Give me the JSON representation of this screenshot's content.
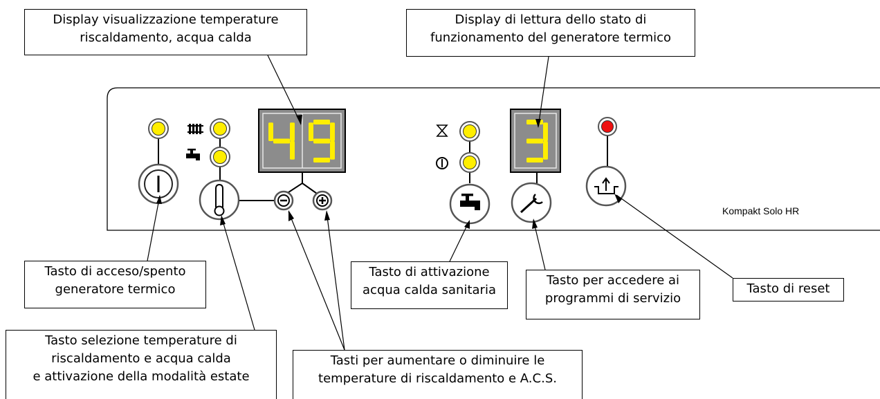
{
  "callouts": {
    "display_temp": [
      "Display visualizzazione temperature",
      "riscaldamento, acqua calda"
    ],
    "display_state": [
      "Display di lettura dello stato di",
      "funzionamento del generatore termico"
    ],
    "power_key": [
      "Tasto di acceso/spento",
      "generatore termico"
    ],
    "temp_select_key": [
      "Tasto selezione temperature di",
      "riscaldamento e acqua calda",
      "e attivazione della modalità estate"
    ],
    "plus_minus_keys": [
      "Tasti per aumentare o diminuire le",
      "temperature di riscaldamento e A.C.S."
    ],
    "dhw_key": [
      "Tasto di attivazione",
      "acqua calda sanitaria"
    ],
    "service_key": [
      "Tasto per accedere ai",
      "programmi di servizio"
    ],
    "reset_key": [
      "Tasto di reset"
    ]
  },
  "panel": {
    "model_name": "Kompakt Solo HR",
    "temp_display_value": "49",
    "state_display_value": "3"
  },
  "colors": {
    "led_yellow": "#ffee00",
    "led_red": "#ee1111",
    "display_bg": "#8c8c8c",
    "segment_on": "#ffee00"
  },
  "icons": {
    "power": "power-icon",
    "thermometer": "thermometer-icon",
    "minus": "minus-icon",
    "plus": "plus-icon",
    "tap": "tap-icon",
    "wrench": "wrench-icon",
    "reset": "reset-icon",
    "radiator": "radiator-icon",
    "hourglass": "hourglass-icon"
  }
}
